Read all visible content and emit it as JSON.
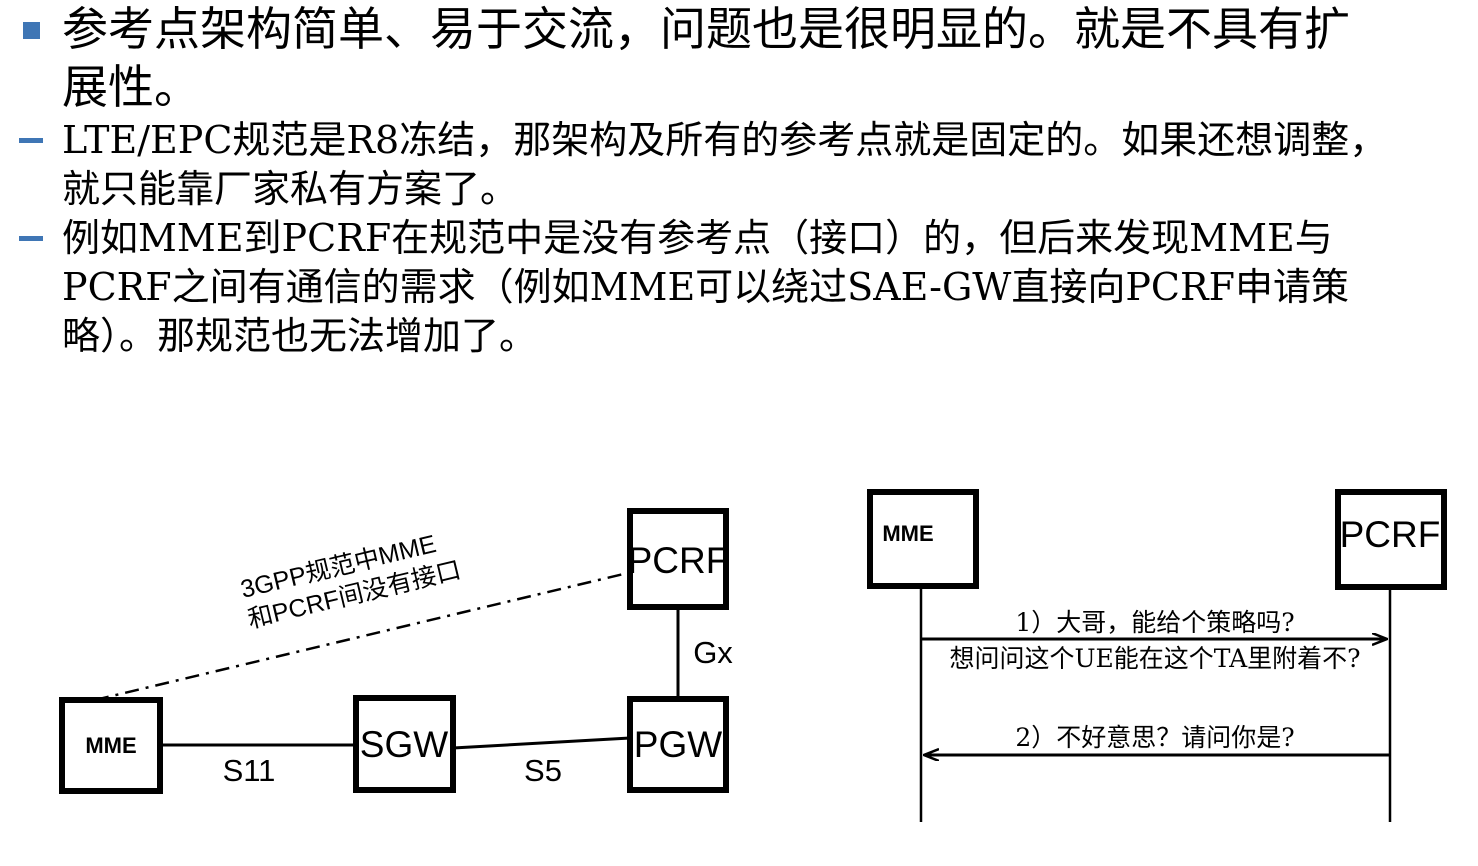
{
  "slide": {
    "bullets": [
      {
        "level": 1,
        "marker": "blue-square-bullet",
        "text": "参考点架构简单、易于交流，问题也是很明显的。就是不具有扩展性。"
      },
      {
        "level": 2,
        "marker": "blue-dash-bullet",
        "text": "LTE/EPC规范是R8冻结，那架构及所有的参考点就是固定的。如果还想调整，就只能靠厂家私有方案了。"
      },
      {
        "level": 2,
        "marker": "blue-dash-bullet",
        "text": "例如MME到PCRF在规范中是没有参考点（接口）的，但后来发现MME与PCRF之间有通信的需求（例如MME可以绕过SAE-GW直接向PCRF申请策略）。那规范也无法增加了。"
      }
    ],
    "bullet_color": "#3f76b5"
  },
  "network_diagram": {
    "nodes": {
      "mme": "MME",
      "sgw": "SGW",
      "pgw": "PGW",
      "pcrf": "PCRF"
    },
    "interfaces": {
      "mme_sgw": "S11",
      "sgw_pgw": "S5",
      "pgw_pcrf": "Gx"
    },
    "annotation": {
      "line1": "3GPP规范中MME",
      "line2": "和PCRF间没有接口"
    }
  },
  "sequence_diagram": {
    "actors": {
      "left": "MME",
      "right": "PCRF"
    },
    "messages": [
      {
        "direction": "right",
        "line1": "1）大哥，能给个策略吗?",
        "line2": "想问问这个UE能在这个TA里附着不?"
      },
      {
        "direction": "left",
        "line1": "2）不好意思？请问你是?",
        "line2": ""
      }
    ]
  }
}
